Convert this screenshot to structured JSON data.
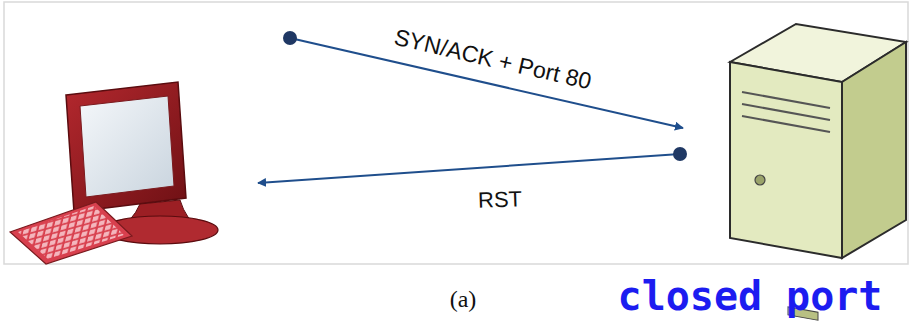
{
  "diagram": {
    "labels": [
      "SYN/ACK + Port 80",
      "RST",
      "(a)",
      "closed port"
    ]
  }
}
